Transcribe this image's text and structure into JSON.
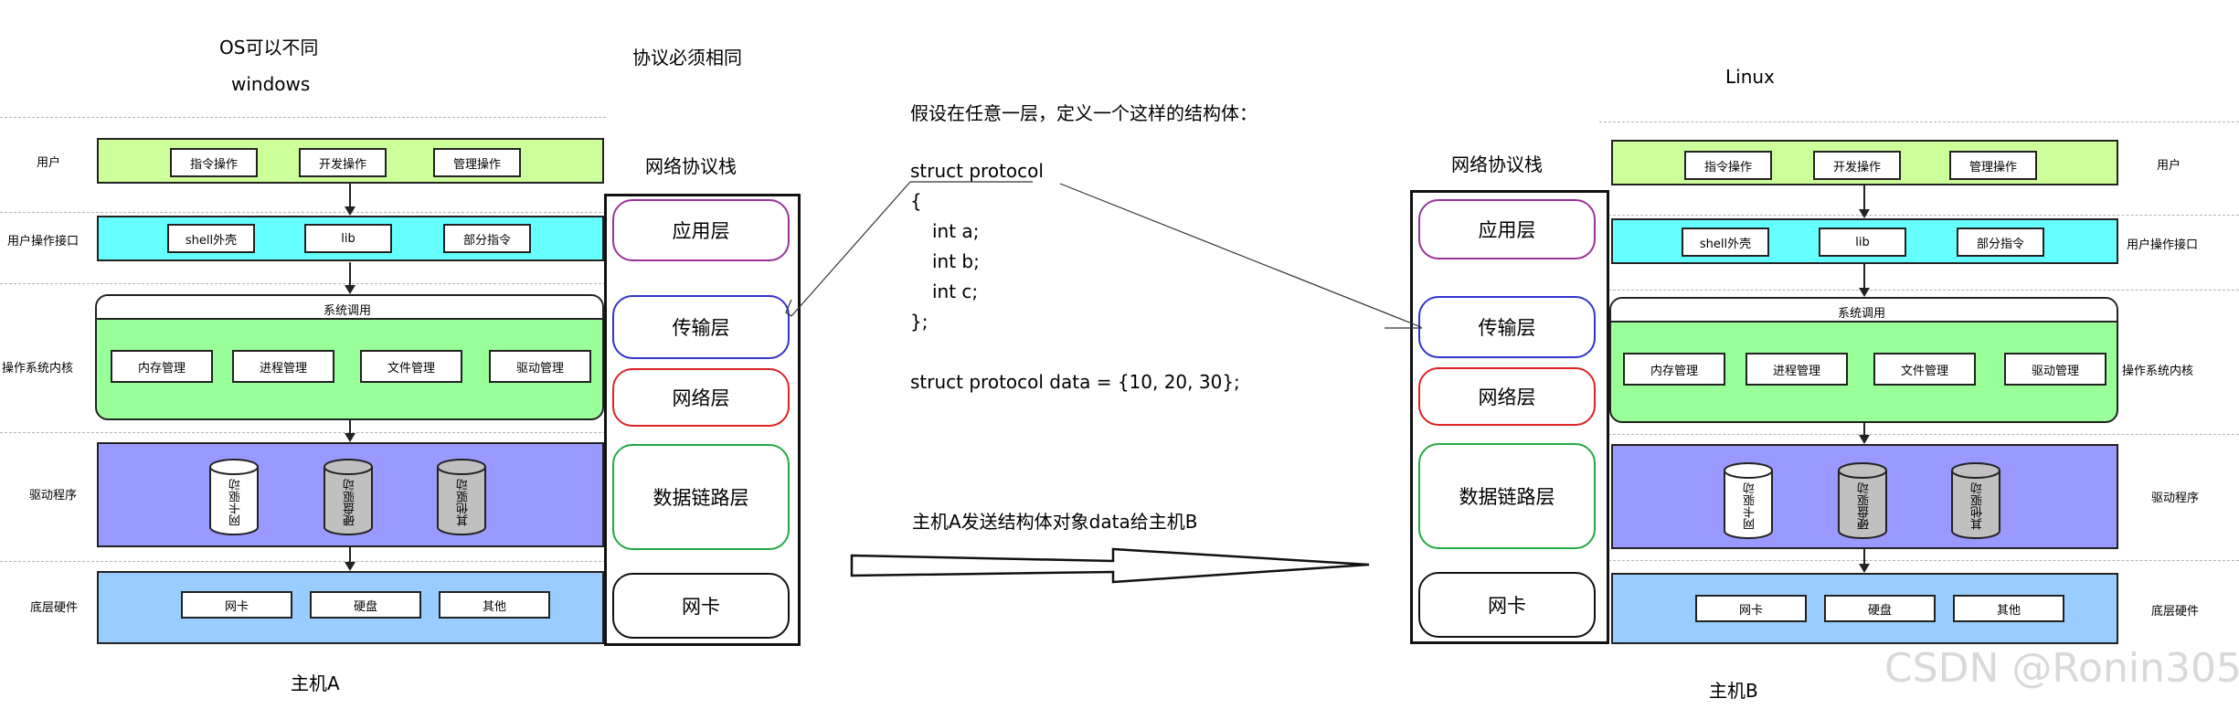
{
  "top_left": {
    "os_note": "OS可以不同",
    "os_name": "windows"
  },
  "top_middle": {
    "protocol_note": "协议必须相同"
  },
  "top_right": {
    "os_name": "Linux"
  },
  "host_a": {
    "caption": "主机A",
    "rows": {
      "user": {
        "label": "用户",
        "items": [
          "指令操作",
          "开发操作",
          "管理操作"
        ]
      },
      "user_interface": {
        "label": "用户操作接口",
        "items": [
          "shell外壳",
          "lib",
          "部分指令"
        ]
      },
      "kernel": {
        "label": "操作系统内核",
        "title": "系统调用",
        "items": [
          "内存管理",
          "进程管理",
          "文件管理",
          "驱动管理"
        ]
      },
      "drivers": {
        "label": "驱动程序",
        "items": [
          "网卡驱动",
          "硬盘驱动",
          "其他驱动"
        ]
      },
      "hardware": {
        "label": "底层硬件",
        "items": [
          "网卡",
          "硬盘",
          "其他"
        ]
      }
    }
  },
  "host_b": {
    "caption": "主机B",
    "rows": {
      "user": {
        "label": "用户",
        "items": [
          "指令操作",
          "开发操作",
          "管理操作"
        ]
      },
      "user_interface": {
        "label": "用户操作接口",
        "items": [
          "shell外壳",
          "lib",
          "部分指令"
        ]
      },
      "kernel": {
        "label": "操作系统内核",
        "title": "系统调用",
        "items": [
          "内存管理",
          "进程管理",
          "文件管理",
          "驱动管理"
        ]
      },
      "drivers": {
        "label": "驱动程序",
        "items": [
          "网卡驱动",
          "硬盘驱动",
          "其他驱动"
        ]
      },
      "hardware": {
        "label": "底层硬件",
        "items": [
          "网卡",
          "硬盘",
          "其他"
        ]
      }
    }
  },
  "stack_a": {
    "title": "网络协议栈",
    "layers": [
      "应用层",
      "传输层",
      "网络层",
      "数据链路层",
      "网卡"
    ]
  },
  "stack_b": {
    "title": "网络协议栈",
    "layers": [
      "应用层",
      "传输层",
      "网络层",
      "数据链路层",
      "网卡"
    ]
  },
  "code": {
    "intro": "假设在任意一层，定义一个这样的结构体：",
    "lines": [
      "struct protocol",
      "{",
      "int a;",
      "int b;",
      "int c;",
      "};"
    ],
    "decl": "struct protocol data = {10, 20, 30};"
  },
  "transfer": {
    "text": "主机A发送结构体对象data给主机B"
  },
  "watermark": "CSDN @Ronin305",
  "colors": {
    "user": "#ccff99",
    "interface": "#66ffff",
    "kernel": "#99ff99",
    "drivers": "#9999ff",
    "hardware": "#99ccff",
    "application": "#993399",
    "transport": "#3333cc",
    "network": "#dd2222",
    "datalink": "#22aa44",
    "nic": "#111111",
    "cylinder_white": "#ffffff",
    "cylinder_gray": "#c0c0c0"
  }
}
